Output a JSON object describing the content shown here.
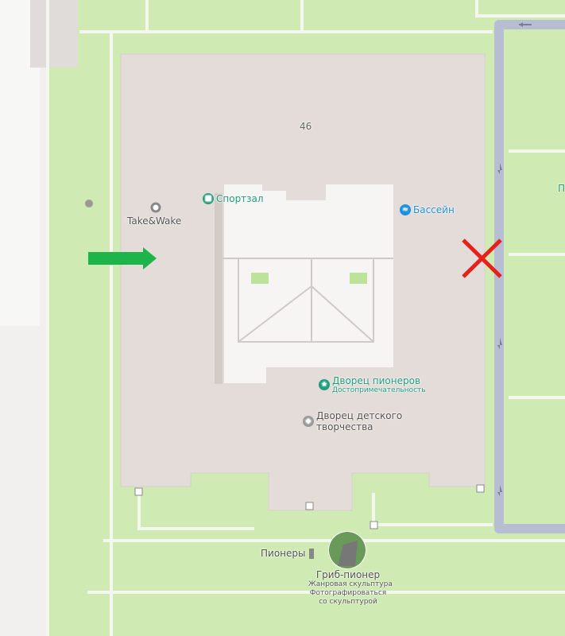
{
  "map": {
    "building_number": "46",
    "pois": {
      "gym": "Спортзал",
      "pool": "Бассейн",
      "cafe": "Take&Wake",
      "palace": "Дворец пионеров",
      "palace_sub": "Достопримечательность",
      "creativity_1": "Дворец детского",
      "creativity_2": "творчества",
      "monument": "Пионеры",
      "sculpture": "Гриб-пионер",
      "sculpture_sub1": "Жанровая скульптура",
      "sculpture_sub2": "Фотографироваться",
      "sculpture_sub3": "со скульптурой",
      "edge_label": "П"
    },
    "colors": {
      "park": "#cfeab3",
      "building": "#e3dcd8",
      "courtyard": "#f6f5f3",
      "road": "#b7bdd3",
      "arrow": "#1db44a",
      "cross": "#e8201c",
      "teal": "#1f9e7e",
      "blue": "#1e8fe0"
    }
  }
}
